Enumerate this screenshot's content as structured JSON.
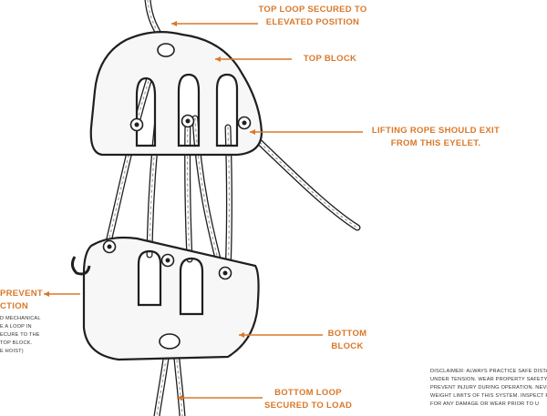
{
  "colors": {
    "accent": "#d9782a",
    "ink": "#1f1f1f",
    "fill": "#f7f7f7"
  },
  "labels": {
    "top_loop": [
      "TOP LOOP SECURED TO",
      "ELEVATED POSITION"
    ],
    "top_block": [
      "TOP BLOCK"
    ],
    "lifting_rope": [
      "LIFTING ROPE SHOULD EXIT",
      "FROM THIS EYELET."
    ],
    "prevent": [
      "PREVENT",
      "CTION"
    ],
    "bottom_block": [
      "BOTTOM",
      "BLOCK"
    ],
    "bottom_loop": [
      "BOTTOM LOOP",
      "SECURED TO LOAD"
    ]
  },
  "side_note": [
    "D MECHANICAL",
    "E A LOOP IN",
    "ECURE TO THE",
    "TOP BLOCK.",
    "E HOIST)"
  ],
  "disclaimer": [
    "DISCLAIMER: ALWAYS PRACTICE SAFE DISTANCES",
    "UNDER TENSION. WEAR PROPERTY SAFETY EQ",
    "PREVENT INJURY DURING OPERATION. NEVER E",
    "WEIGHT LIMITS OF THIS SYSTEM. INSPECT ROPE",
    "FOR ANY DAMAGE OR WEAR PRIOR TO U"
  ]
}
